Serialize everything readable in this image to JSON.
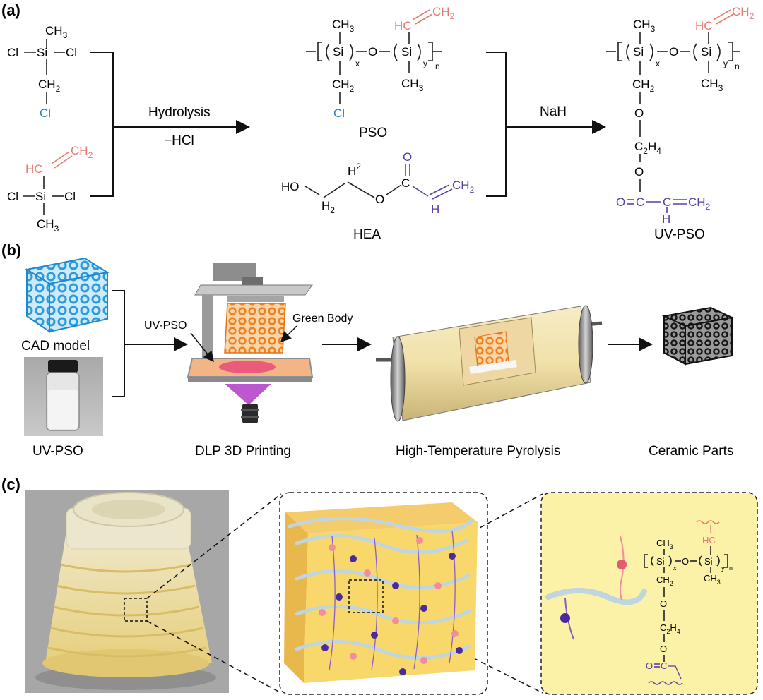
{
  "panels": {
    "a": {
      "label": "(a)",
      "monomer1": {
        "ch3": "CH",
        "ch3_sub": "3",
        "cl_left": "Cl",
        "si": "Si",
        "cl_right": "Cl",
        "ch2": "CH",
        "ch2_sub": "2",
        "cl_bottom": "Cl"
      },
      "monomer2": {
        "ch2": "CH",
        "ch2_sub": "2",
        "hc": "HC",
        "cl_left": "Cl",
        "si": "Si",
        "cl_right": "Cl",
        "ch3": "CH",
        "ch3_sub": "3"
      },
      "step1": {
        "top": "Hydrolysis",
        "bottom": "−HCl"
      },
      "pso": {
        "name": "PSO",
        "x": "x",
        "y": "y",
        "n": "n",
        "si": "Si",
        "o": "O",
        "ch3": "CH",
        "ch3_sub": "3",
        "ch2": "CH",
        "ch2_sub": "2",
        "cl": "Cl",
        "hc": "HC"
      },
      "hea": {
        "name": "HEA",
        "ho": "HO",
        "h2": "H",
        "h2_sub": "2",
        "c": "C",
        "o": "O",
        "h": "H",
        "ch2": "CH",
        "ch2_sub": "2"
      },
      "step2": {
        "top": "NaH"
      },
      "uvpso": {
        "name": "UV-PSO",
        "c2h4": "C",
        "c2h4_sub1": "2",
        "h4": "H",
        "c2h4_sub2": "4",
        "o": "O",
        "c": "C",
        "h": "H",
        "ch2": "CH",
        "ch2_sub": "2"
      }
    },
    "b": {
      "label": "(b)",
      "cad": "CAD model",
      "resin": "UV-PSO",
      "printer_resin_label": "UV-PSO",
      "green_body": "Green Body",
      "step_dlp": "DLP 3D Printing",
      "step_pyro": "High-Temperature Pyrolysis",
      "step_ceramic": "Ceramic Parts"
    },
    "c": {
      "label": "(c)",
      "inset": {
        "ch3": "CH",
        "ch3_sub": "3",
        "si": "Si",
        "o": "O",
        "x": "x",
        "y": "y",
        "n": "n",
        "hc": "HC",
        "ch2": "CH",
        "ch2_sub": "2",
        "c2h4": "C",
        "c2h4_sub1": "2",
        "h4": "H",
        "c2h4_sub2": "4",
        "c": "C"
      }
    }
  },
  "colors": {
    "red": "#e8786e",
    "blue": "#2e7bc0",
    "purple": "#5b3fa0",
    "lattice_blue": "#3ba6e0",
    "lattice_orange": "#f08a2a",
    "network_bg": "#f8d86a",
    "inset_bg": "#fbf2a8"
  }
}
